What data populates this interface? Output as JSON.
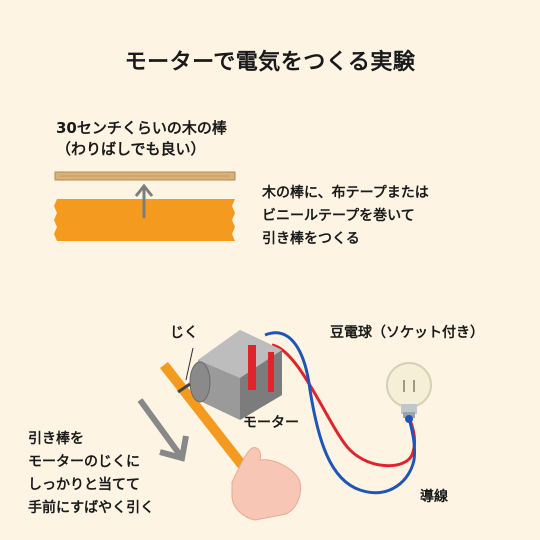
{
  "title": "モーターで電気をつくる実験",
  "stick": {
    "label_line1": "30センチくらいの木の棒",
    "label_line2": "（わりばしでも良い）"
  },
  "instruction": {
    "line1": "木の棒に、布テープまたは",
    "line2": "ビニールテープを巻いて",
    "line3": "引き棒をつくる"
  },
  "labels": {
    "shaft": "じく",
    "bulb": "豆電球（ソケット付き）",
    "motor": "モーター",
    "wire": "導線"
  },
  "pull_instruction": {
    "line1": "引き棒を",
    "line2": "モーターのじくに",
    "line3": "しっかりと当てて",
    "line4": "手前にすばやく引く"
  },
  "colors": {
    "background": "#fdf4e4",
    "tape": "#f39a1f",
    "wood": "#d9b27a",
    "red_wire": "#e0242b",
    "blue_wire": "#1f54b8",
    "arrow": "#808080"
  }
}
